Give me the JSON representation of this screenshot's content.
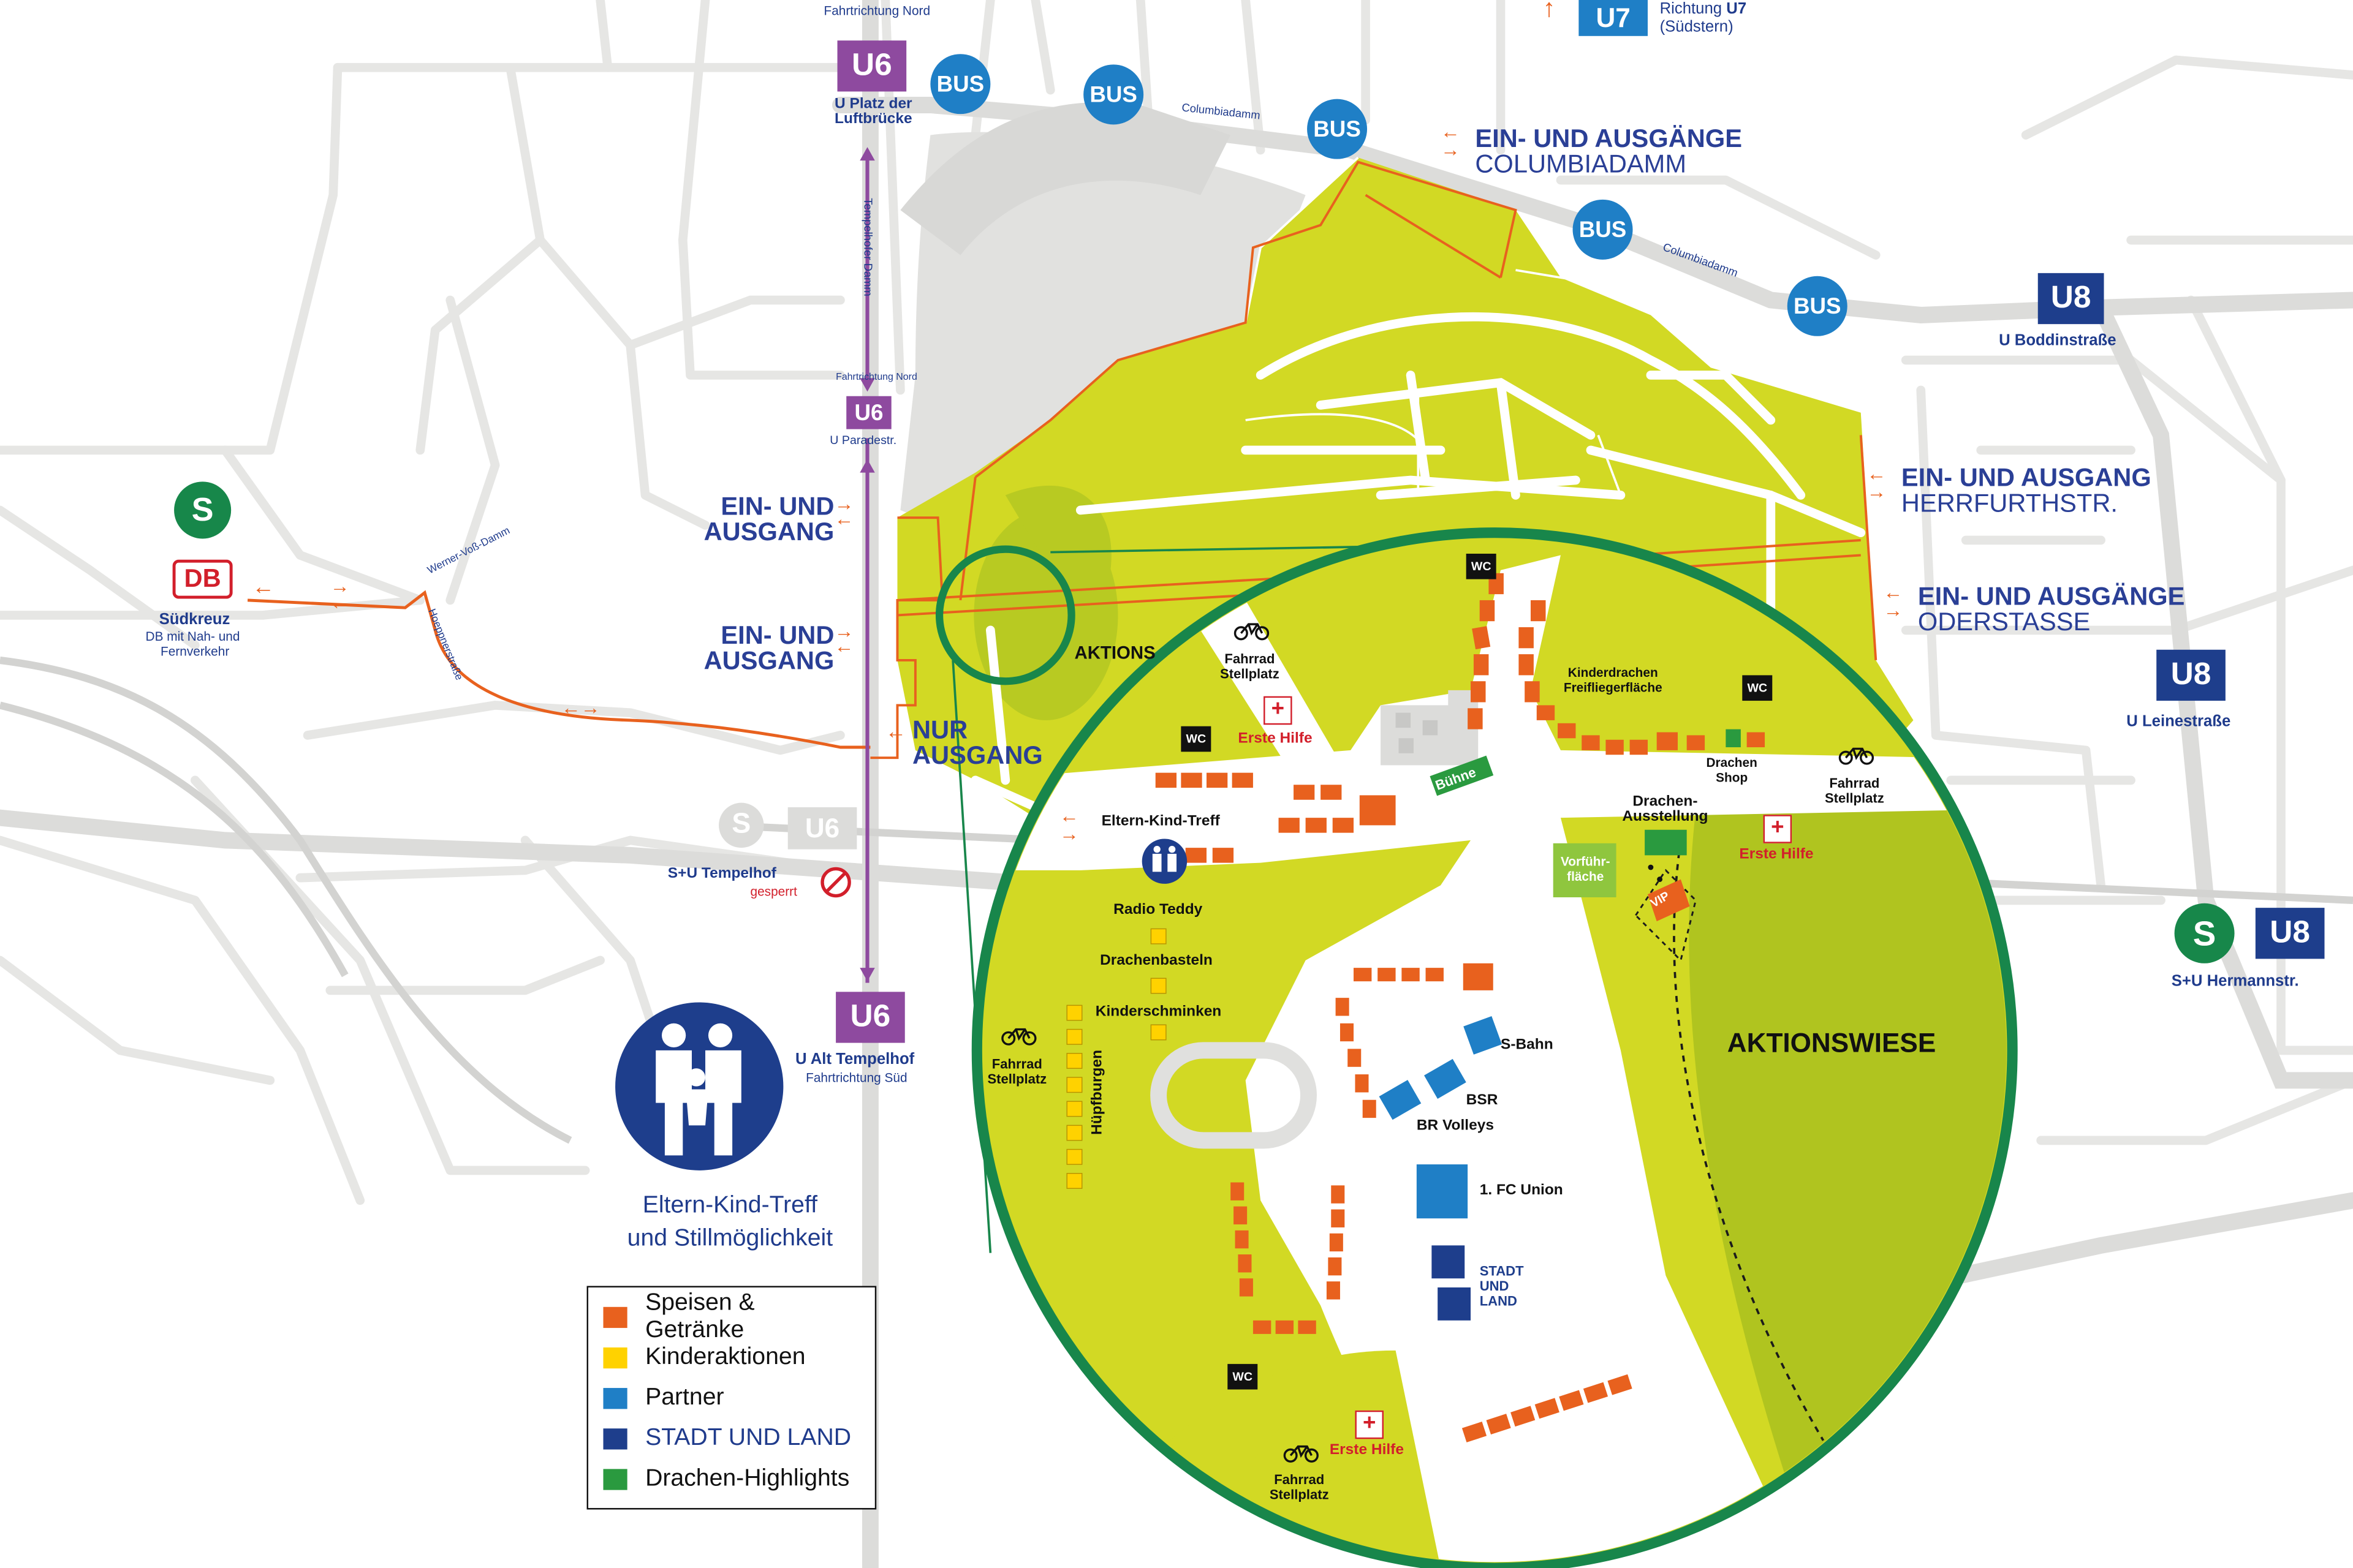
{
  "colors": {
    "park": "#d2d924",
    "park_dark": "#b7c923",
    "zone_green": "#18864b",
    "orange": "#e8611e",
    "yellow": "#ffd200",
    "partner_blue": "#1f7fc6",
    "stadt_land_blue": "#1e3e8c",
    "drachen_green": "#2a9a3f",
    "u6_purple": "#8e4a9f",
    "road_gray": "#e3e3e1"
  },
  "transit": {
    "u6_north": {
      "line": "U6",
      "direction": "Fahrtrichtung Nord",
      "station": "U Platz der Luftbrücke"
    },
    "u6_paradestr": {
      "line": "U6",
      "direction": "Fahrtrichtung Nord",
      "station": "U Paradestr."
    },
    "u6_tempelhof_bg": {
      "s": "S",
      "line": "U6"
    },
    "u6_alt_tempelhof": {
      "line": "U6",
      "station": "U Alt Tempelhof",
      "direction": "Fahrtrichtung Süd"
    },
    "u7": {
      "line": "U7",
      "text_line1": "Richtung",
      "text_line1_bold": "U7",
      "text_line2": "(Südstern)"
    },
    "u8_boddin": {
      "line": "U8",
      "station": "U Boddinstraße"
    },
    "u8_leine": {
      "line": "U8",
      "station": "U Leinestraße"
    },
    "hermannstr": {
      "s": "S",
      "line": "U8",
      "station": "S+U Hermannstr."
    },
    "suedkreuz": {
      "s": "S",
      "db": "DB",
      "station": "Südkreuz",
      "sub1": "DB mit Nah- und",
      "sub2": "Fernverkehr"
    },
    "tempelhof_closed": {
      "station": "S+U Tempelhof",
      "status": "gesperrt"
    },
    "bus_label": "BUS",
    "tempelhofer_damm": "Tempelhofer Damm"
  },
  "streets": {
    "columbiadamm_1": "Columbiadamm",
    "columbiadamm_2": "Columbiadamm",
    "werner_voss_damm": "Werner-Voß-Damm",
    "hoeppnerstrasse": "Hoeppnerstraße"
  },
  "entrances": {
    "ein_1": {
      "line1": "EIN- UND",
      "line2": "AUSGANG"
    },
    "ein_2": {
      "line1": "EIN- UND",
      "line2": "AUSGANG"
    },
    "nur": {
      "line1": "NUR",
      "line2": "AUSGANG"
    },
    "columbia": {
      "line1": "EIN- UND AUSGÄNGE",
      "line2": "COLUMBIADAMM"
    },
    "herrfurth": {
      "line1": "EIN- UND AUSGANG",
      "line2": "HERRFURTHSTR."
    },
    "oder": {
      "line1": "EIN- UND AUSGÄNGE",
      "line2": "ODERSTASSE"
    }
  },
  "parent_child": {
    "line1": "Eltern-Kind-Treff",
    "line2": "und Stillmöglichkeit"
  },
  "detail": {
    "aktionswiese": "AKTIONSWIESE",
    "aktions_cut": "AKTIONS",
    "wc": "WC",
    "erste_hilfe": "Erste Hilfe",
    "fahrrad_1": "Fahrrad",
    "fahrrad_2": "Stellplatz",
    "eltern_kind_treff": "Eltern-Kind-Treff",
    "radio_teddy": "Radio Teddy",
    "drachenbasteln": "Drachenbasteln",
    "kinderschminken": "Kinderschminken",
    "huepfburgen": "Hüpfburgen",
    "buehne": "Bühne",
    "kinderdrachen_1": "Kinderdrachen",
    "kinderdrachen_2": "Freifliegerfläche",
    "drachen_shop_1": "Drachen",
    "drachen_shop_2": "Shop",
    "drachen_ausst_1": "Drachen-",
    "drachen_ausst_2": "Ausstellung",
    "vorfuehr_1": "Vorführ-",
    "vorfuehr_2": "fläche",
    "vip": "VIP",
    "s_bahn": "S-Bahn",
    "bsr": "BSR",
    "br_volleys": "BR Volleys",
    "fc_union": "1. FC Union",
    "stadt_1": "STADT",
    "stadt_2": "UND",
    "stadt_3": "LAND"
  },
  "legend": [
    {
      "label": "Speisen & Getränke",
      "color": "#e8611e"
    },
    {
      "label": "Kinderaktionen",
      "color": "#ffd200"
    },
    {
      "label": "Partner",
      "color": "#1f7fc6"
    },
    {
      "label": "STADT UND LAND",
      "color": "#1e3e8c"
    },
    {
      "label": "Drachen-Highlights",
      "color": "#2a9a3f"
    }
  ]
}
